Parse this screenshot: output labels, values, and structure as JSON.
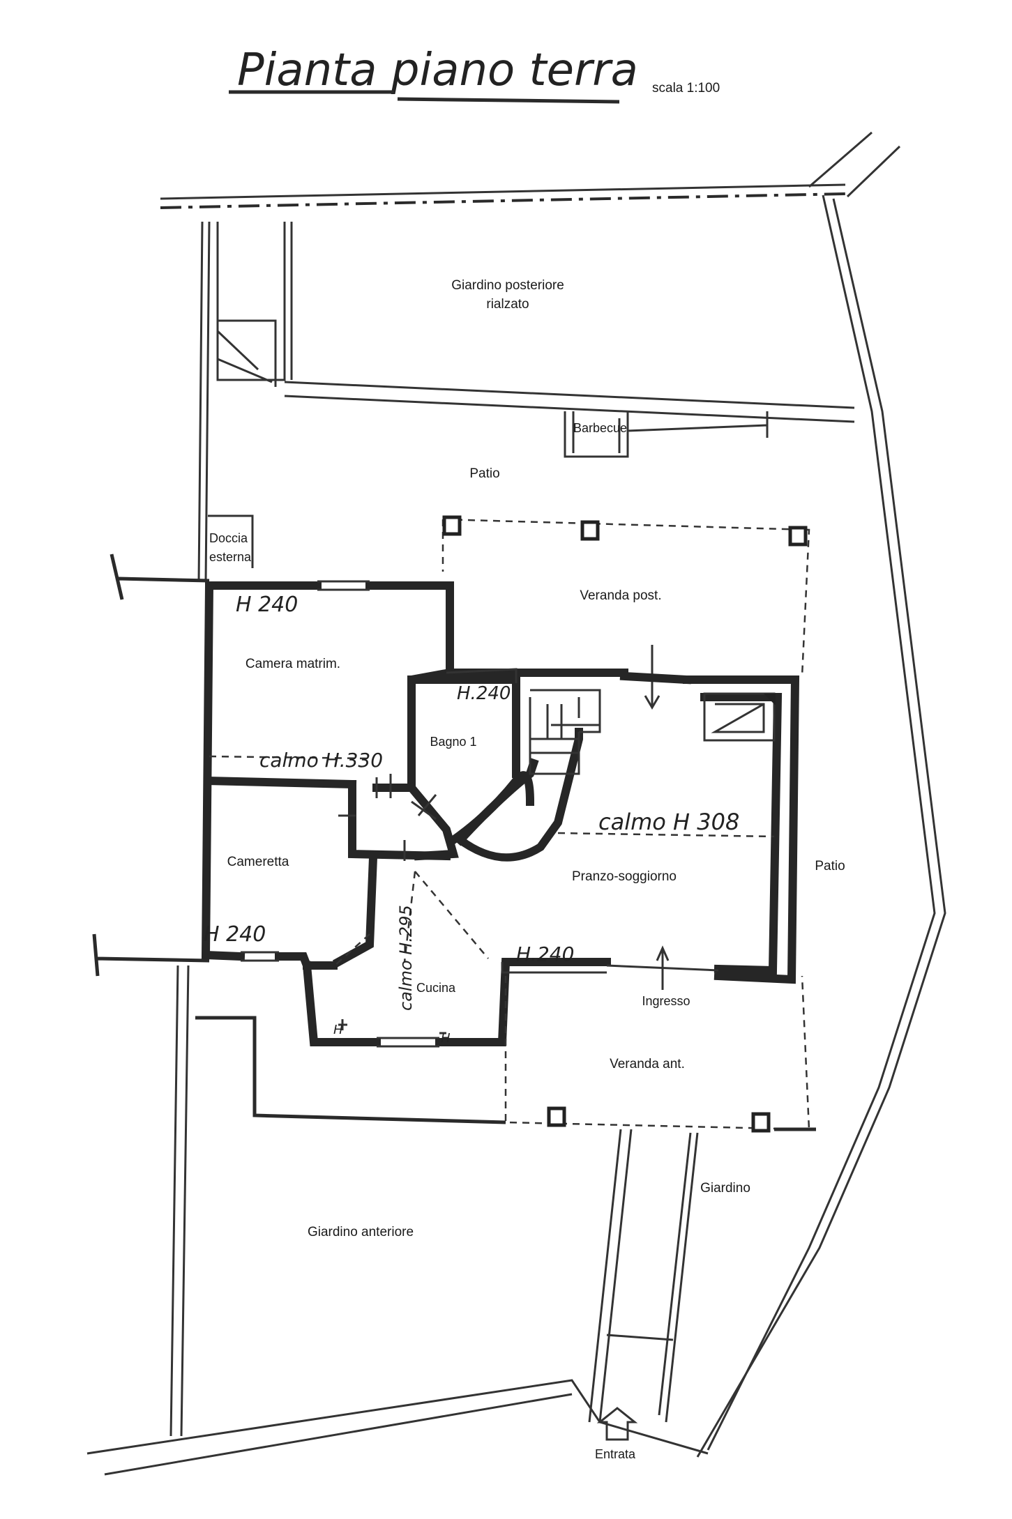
{
  "title": "Pianta piano terra",
  "scale": "scala 1:100",
  "rooms": {
    "giardino_posteriore_1": "Giardino posteriore",
    "giardino_posteriore_2": "rialzato",
    "barbecue": "Barbecue",
    "patio_top": "Patio",
    "doccia_1": "Doccia",
    "doccia_2": "esterna",
    "veranda_post": "Veranda post.",
    "camera_matrim": "Camera matrim.",
    "bagno": "Bagno 1",
    "cameretta": "Cameretta",
    "pranzo": "Pranzo-soggiorno",
    "patio_right": "Patio",
    "cucina": "Cucina",
    "ingresso": "Ingresso",
    "veranda_ant": "Veranda ant.",
    "giardino": "Giardino",
    "giardino_anteriore": "Giardino anteriore",
    "entrata": "Entrata"
  },
  "heights": {
    "h_camera": "H 240",
    "h_bagno": "H.240",
    "calmo_camera": "calmo H.330",
    "calmo_soggiorno": "calmo H 308",
    "h_cameretta": "H 240",
    "h_ingresso": "H.240",
    "calmo_cucina": "calmo H.295",
    "h_cucina_1": "H",
    "h_cucina_2": "H"
  },
  "colors": {
    "ink": "#262626",
    "paper": "#ffffff"
  }
}
